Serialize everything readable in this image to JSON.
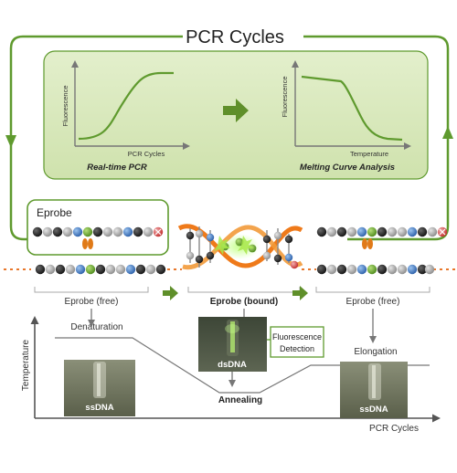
{
  "title": "PCR Cycles",
  "top_panel": {
    "left_chart": {
      "y_label": "Fluorescence",
      "x_label": "PCR Cycles",
      "caption": "Real-time PCR"
    },
    "right_chart": {
      "y_label": "Fluorescence",
      "x_label": "Temperature",
      "caption": "Melting Curve Analysis"
    }
  },
  "eprobe_box_label": "Eprobe",
  "stages": {
    "free_left": "Eprobe (free)",
    "bound": "Eprobe (bound)",
    "free_right": "Eprobe (free)"
  },
  "fluorescence_box": "Fluorescence Detection",
  "fluorescence_box_lines": [
    "Fluorescence",
    "Detection"
  ],
  "temperature_plot": {
    "y_label": "Temperature",
    "x_label": "PCR Cycles",
    "denaturation": "Denaturation",
    "annealing": "Annealing",
    "elongation": "Elongation"
  },
  "tube_labels": {
    "left": "ssDNA",
    "middle": "dsDNA",
    "right": "ssDNA"
  },
  "colors": {
    "green_border": "#5f9a2e",
    "panel_fill": "#d4e6b5",
    "arrow_green": "#5f8f2a",
    "helix_orange": "#ef7a1a",
    "dashed_orange": "#e8772b"
  },
  "chart_data": [
    {
      "type": "line",
      "title": "Real-time PCR",
      "xlabel": "PCR Cycles",
      "ylabel": "Fluorescence",
      "shape": "sigmoid rising curve"
    },
    {
      "type": "line",
      "title": "Melting Curve Analysis",
      "xlabel": "Temperature",
      "ylabel": "Fluorescence",
      "shape": "decreasing melting curve"
    }
  ]
}
